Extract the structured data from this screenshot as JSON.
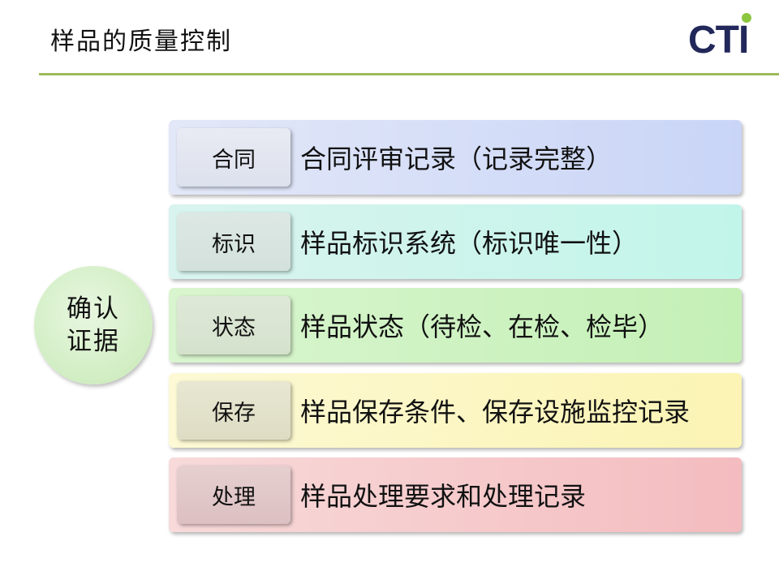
{
  "slide": {
    "title": "样品的质量控制"
  },
  "logo": {
    "text": "CTI",
    "dot_color": "#8cc63f",
    "text_color": "#22285a"
  },
  "accent_color": "#9bbb59",
  "circle": {
    "line1": "确认",
    "line2": "证据"
  },
  "rows": [
    {
      "tag": "合同",
      "text": "合同评审记录（记录完整）"
    },
    {
      "tag": "标识",
      "text": "样品标识系统（标识唯一性）"
    },
    {
      "tag": "状态",
      "text": "样品状态（待检、在检、检毕）"
    },
    {
      "tag": "保存",
      "text": "样品保存条件、保存设施监控记录"
    },
    {
      "tag": "处理",
      "text": "样品处理要求和处理记录"
    }
  ]
}
